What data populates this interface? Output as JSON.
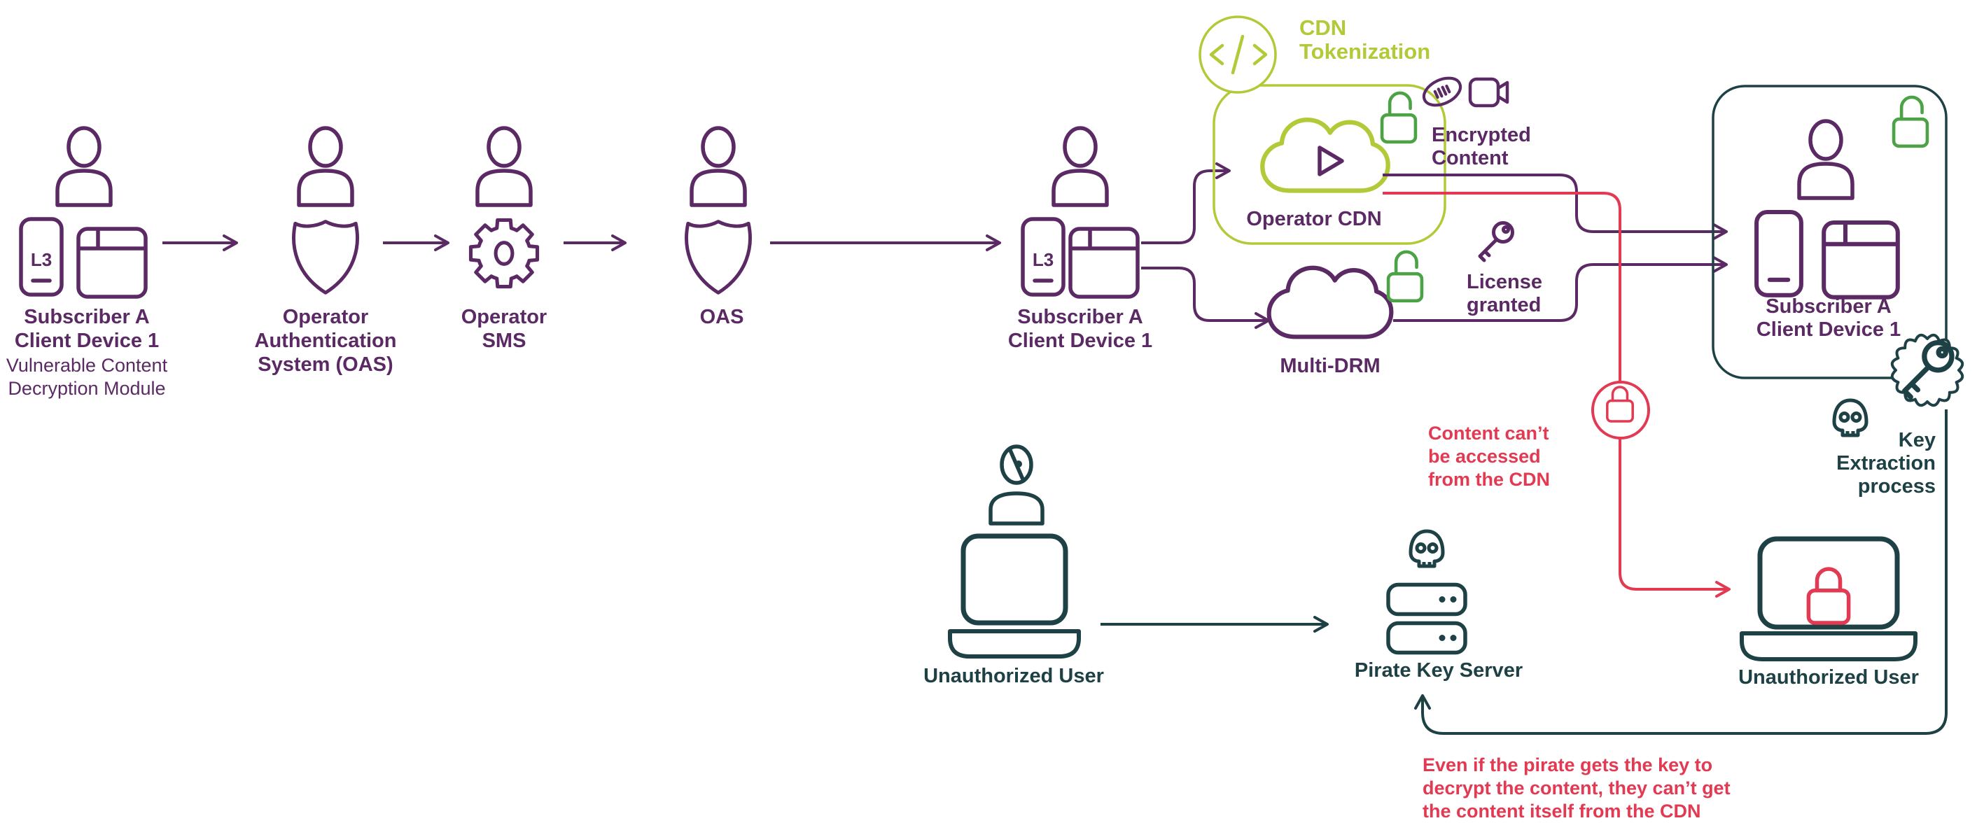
{
  "colors": {
    "purple": "#5b2a64",
    "lime_green": "#b2c938",
    "green": "#4ba345",
    "red": "#e23a52",
    "dark_teal": "#1e4145"
  },
  "flow_nodes": [
    {
      "name": "subscriber-a-client-device-1",
      "label_lines": [
        "Subscriber A",
        "Client Device 1"
      ],
      "sublabel_lines": [
        "Vulnerable Content",
        "Decryption Module"
      ],
      "device_badge": "L3"
    },
    {
      "name": "operator-authentication-system",
      "label_lines": [
        "Operator",
        "Authentication",
        "System (OAS)"
      ]
    },
    {
      "name": "operator-sms",
      "label_lines": [
        "Operator",
        "SMS"
      ]
    },
    {
      "name": "oas",
      "label_lines": [
        "OAS"
      ]
    },
    {
      "name": "subscriber-a-client-device-1-second",
      "label_lines": [
        "Subscriber A",
        "Client Device 1"
      ],
      "device_badge": "L3"
    }
  ],
  "cdn_tokenization": {
    "tag_lines": [
      "CDN",
      "Tokenization"
    ]
  },
  "operator_cdn": {
    "label": "Operator CDN"
  },
  "encrypted_content": {
    "lines": [
      "Encrypted",
      "Content"
    ]
  },
  "license_granted": {
    "lines": [
      "License",
      "granted"
    ]
  },
  "multi_drm": {
    "label": "Multi-DRM"
  },
  "right_client": {
    "label_lines": [
      "Subscriber A",
      "Client Device 1"
    ]
  },
  "key_extraction": {
    "lines": [
      "Key",
      "Extraction",
      "process"
    ]
  },
  "cdn_note": {
    "lines": [
      "Content can’t",
      "be accessed",
      "from the CDN"
    ]
  },
  "pirate": {
    "server_label": "Pirate Key Server"
  },
  "unauthorized_left": {
    "label": "Unauthorized User"
  },
  "unauthorized_right": {
    "label": "Unauthorized User"
  },
  "bottom_note": {
    "lines": [
      "Even if the pirate gets the key to",
      "decrypt the content, they can’t get",
      "the content itself from the CDN"
    ]
  }
}
